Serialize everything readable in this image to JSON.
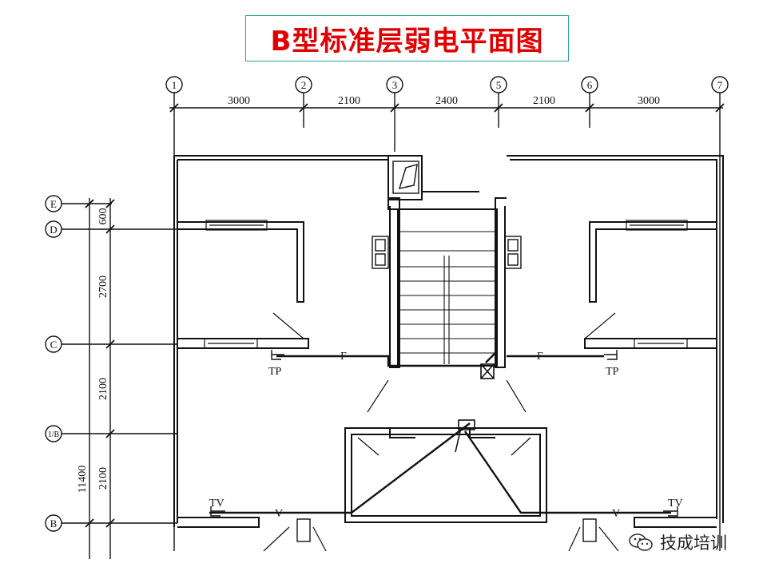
{
  "title": "B型标准层弱电平面图",
  "axes_top": [
    "1",
    "2",
    "3",
    "5",
    "6",
    "7"
  ],
  "dims_top": [
    "3000",
    "2100",
    "2400",
    "2100",
    "3000"
  ],
  "axes_left": [
    "E",
    "D",
    "C",
    "1/B",
    "B"
  ],
  "dims_left": [
    "600",
    "2700",
    "2100",
    "2100"
  ],
  "dim_total_left": "11400",
  "labels": {
    "tp_left": "TP",
    "tp_right": "TP",
    "tv_left": "TV",
    "tv_right": "TV",
    "f_left": "F",
    "f_right": "F",
    "v_left": "V",
    "v_right": "V"
  },
  "watermark": "技成培训"
}
